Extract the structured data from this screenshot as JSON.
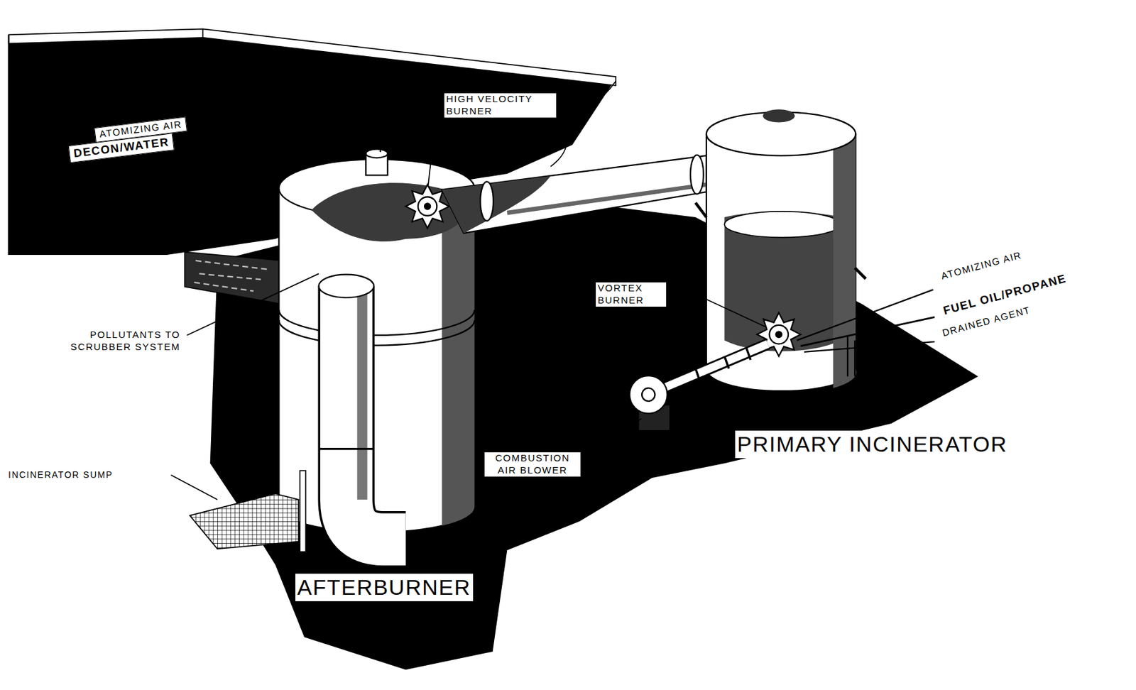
{
  "diagram": {
    "labels": [
      "ATOMIZING AIR",
      "DECON/WATER",
      "HIGH VELOCITY BURNER",
      "POLLUTANTS TO SCRUBBER SYSTEM",
      "VORTEX BURNER",
      "ATOMIZING AIR",
      "FUEL OIL/PROPANE",
      "DRAINED AGENT",
      "COMBUSTION AIR BLOWER",
      "PRIMARY INCINERATOR",
      "INCINERATOR SUMP",
      "AFTERBURNER"
    ]
  }
}
